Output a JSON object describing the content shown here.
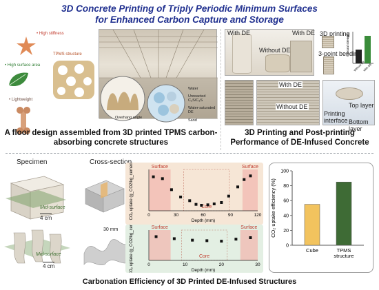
{
  "title": {
    "line1": "3D Concrete Printing of Triply Periodic Minimum Surfaces",
    "line2": "for Enhanced Carbon Capture and Storage"
  },
  "top_left": {
    "labels": {
      "high_stiffness": "• High stiffness",
      "tpms_structure": "TPMS structure",
      "high_surface_area": "• High surface area",
      "lightweight": "• Lightweight",
      "overhang_angle": "Overhang angle",
      "water": "Water",
      "unreacted": "Unreacted C₂S/C₃S",
      "water_saturated": "Water-saturated DE",
      "sand": "Sand"
    },
    "caption_line1": "A floor design assembled from 3D printed TPMS carbon-",
    "caption_line2": "absorbing concrete structures"
  },
  "top_right": {
    "labels": {
      "with_de_1": "With DE",
      "with_de_2": "With DE",
      "without_de_1": "Without DE",
      "without_de_2": "Without DE",
      "printing_3d": "3D printing",
      "after_curing": "3-point bending",
      "printing_interface": "Printing interface",
      "top_layer": "Top layer",
      "bottom_layer": "Bottom layer"
    },
    "mini_bar_chart": {
      "ylabel": "Flexural strength",
      "categories": [
        "Without DE",
        "With DE"
      ]
    },
    "caption_line1": "3D Printing and Post-printing",
    "caption_line2": "Performance of DE-Infused Concrete"
  },
  "bottom": {
    "specimen_label": "Specimen",
    "cross_section_label": "Cross-section",
    "mid_surface_1": "Mid-surface",
    "mid_surface_2": "Mid-surface",
    "scale_1": "4 cm",
    "scale_2": "4 cm",
    "dim_30mm": "30 mm",
    "caption": "Carbonation Efficiency of 3D Printed DE-Infused Structures"
  },
  "colors": {
    "title": "#1f2f8f",
    "surface_zone": "#f2b8b0",
    "core_zone": "#f6d0c8",
    "bar_cube": "#f2c35e",
    "bar_tpms": "#3e6b35"
  },
  "chart_data": [
    {
      "type": "scatter",
      "title": "",
      "xlabel": "Depth (mm)",
      "ylabel": "CO₂ uptake (g_CO2/kg_cement)",
      "xlim": [
        0,
        120
      ],
      "ylim": [
        0,
        450
      ],
      "x_ticks": [
        "0",
        "30",
        "60",
        "90",
        "120"
      ],
      "zones": [
        "Surface",
        "Core",
        "Surface"
      ],
      "x": [
        5,
        15,
        25,
        35,
        45,
        52,
        58,
        65,
        72,
        80,
        88,
        98,
        105,
        112
      ],
      "values": [
        370,
        350,
        230,
        150,
        110,
        70,
        60,
        65,
        75,
        90,
        160,
        260,
        340,
        380
      ]
    },
    {
      "type": "scatter",
      "title": "",
      "xlabel": "Depth (mm)",
      "ylabel": "CO₂ uptake (g_CO2/kg_cement)",
      "xlim": [
        0,
        30
      ],
      "ylim": [
        0,
        600
      ],
      "x_ticks": [
        "0",
        "10",
        "20",
        "30"
      ],
      "zones": [
        "Surface",
        "Core",
        "Surface"
      ],
      "x": [
        2,
        7,
        12,
        16,
        20,
        24,
        28
      ],
      "values": [
        470,
        430,
        400,
        390,
        380,
        420,
        450
      ]
    },
    {
      "type": "bar",
      "title": "",
      "categories": [
        "Cube",
        "TPMS structure"
      ],
      "values": [
        55,
        85
      ],
      "ylabel": "CO₂ uptake efficiency (%)",
      "ylim": [
        0,
        100
      ],
      "y_ticks": [
        "0",
        "20",
        "40",
        "60",
        "80",
        "100"
      ]
    }
  ]
}
